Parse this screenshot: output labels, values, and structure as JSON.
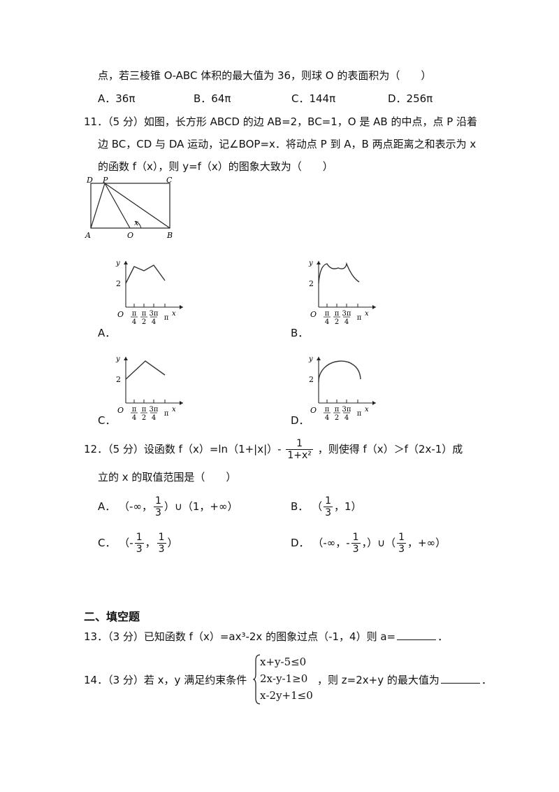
{
  "q10": {
    "tail": "点，若三棱锥 O‐ABC 体积的最大值为 36，则球 O 的表面积为（　　）",
    "options": [
      "A．36π",
      "B．64π",
      "C．144π",
      "D．256π"
    ]
  },
  "q11": {
    "line1": "11．（5 分）如图，长方形 ABCD 的边 AB=2，BC=1，O 是 AB 的中点，点 P 沿着",
    "line2": "边 BC，CD 与 DA 运动，记∠BOP=x．将动点 P 到 A，B 两点距离之和表示为 x",
    "line3": "的函数 f（x），则 y=f（x）的图象大致为（　　）",
    "figure": {
      "labels": {
        "D": "D",
        "P": "P",
        "C": "C",
        "A": "A",
        "O": "O",
        "B": "B",
        "x": "x"
      }
    },
    "graph_labels": {
      "y": "y",
      "x": "x",
      "origin": "O",
      "two": "2",
      "ticks_num": [
        "π",
        "π",
        "3π"
      ],
      "ticks_den": [
        "4",
        "2",
        "4"
      ],
      "pi": "π"
    },
    "options": [
      "A．",
      "B．",
      "C．",
      "D．"
    ]
  },
  "q12": {
    "pre": "12．（5 分）设函数 f（x）=ln（1+|x|）‐",
    "frac_num": "1",
    "frac_den": "1+x²",
    "post": "，则使得 f（x）＞f（2x‐1）成",
    "line2": "立的 x 的取值范围是（　　）",
    "optA": {
      "label": "A．",
      "pre": "（‐∞，",
      "num": "1",
      "den": "3",
      "post": "）∪（1，+∞）"
    },
    "optB": {
      "label": "B．",
      "pre": "（",
      "num": "1",
      "den": "3",
      "post": "，1）"
    },
    "optC": {
      "label": "C．",
      "pre": "（‐",
      "num1": "1",
      "den1": "3",
      "mid": "，",
      "num2": "1",
      "den2": "3",
      "post": "）"
    },
    "optD": {
      "label": "D．",
      "pre": "（‐∞，‐",
      "num1": "1",
      "den1": "3",
      "mid": "，）∪（",
      "num2": "1",
      "den2": "3",
      "post": "，+∞）"
    }
  },
  "section2": {
    "title": "二、填空题"
  },
  "q13": {
    "pre": "13．（3 分）已知函数 f（x）=ax³‐2x 的图象过点（‐1，4）则 a=",
    "post": "．"
  },
  "q14": {
    "pre": "14．（3 分）若 x，y 满足约束条件",
    "constraints": [
      "x+y‐5≤0",
      "2x‐y‐1≥0",
      "x‐2y+1≤0"
    ],
    "post": "，则 z=2x+y 的最大值为",
    "end": "．"
  }
}
